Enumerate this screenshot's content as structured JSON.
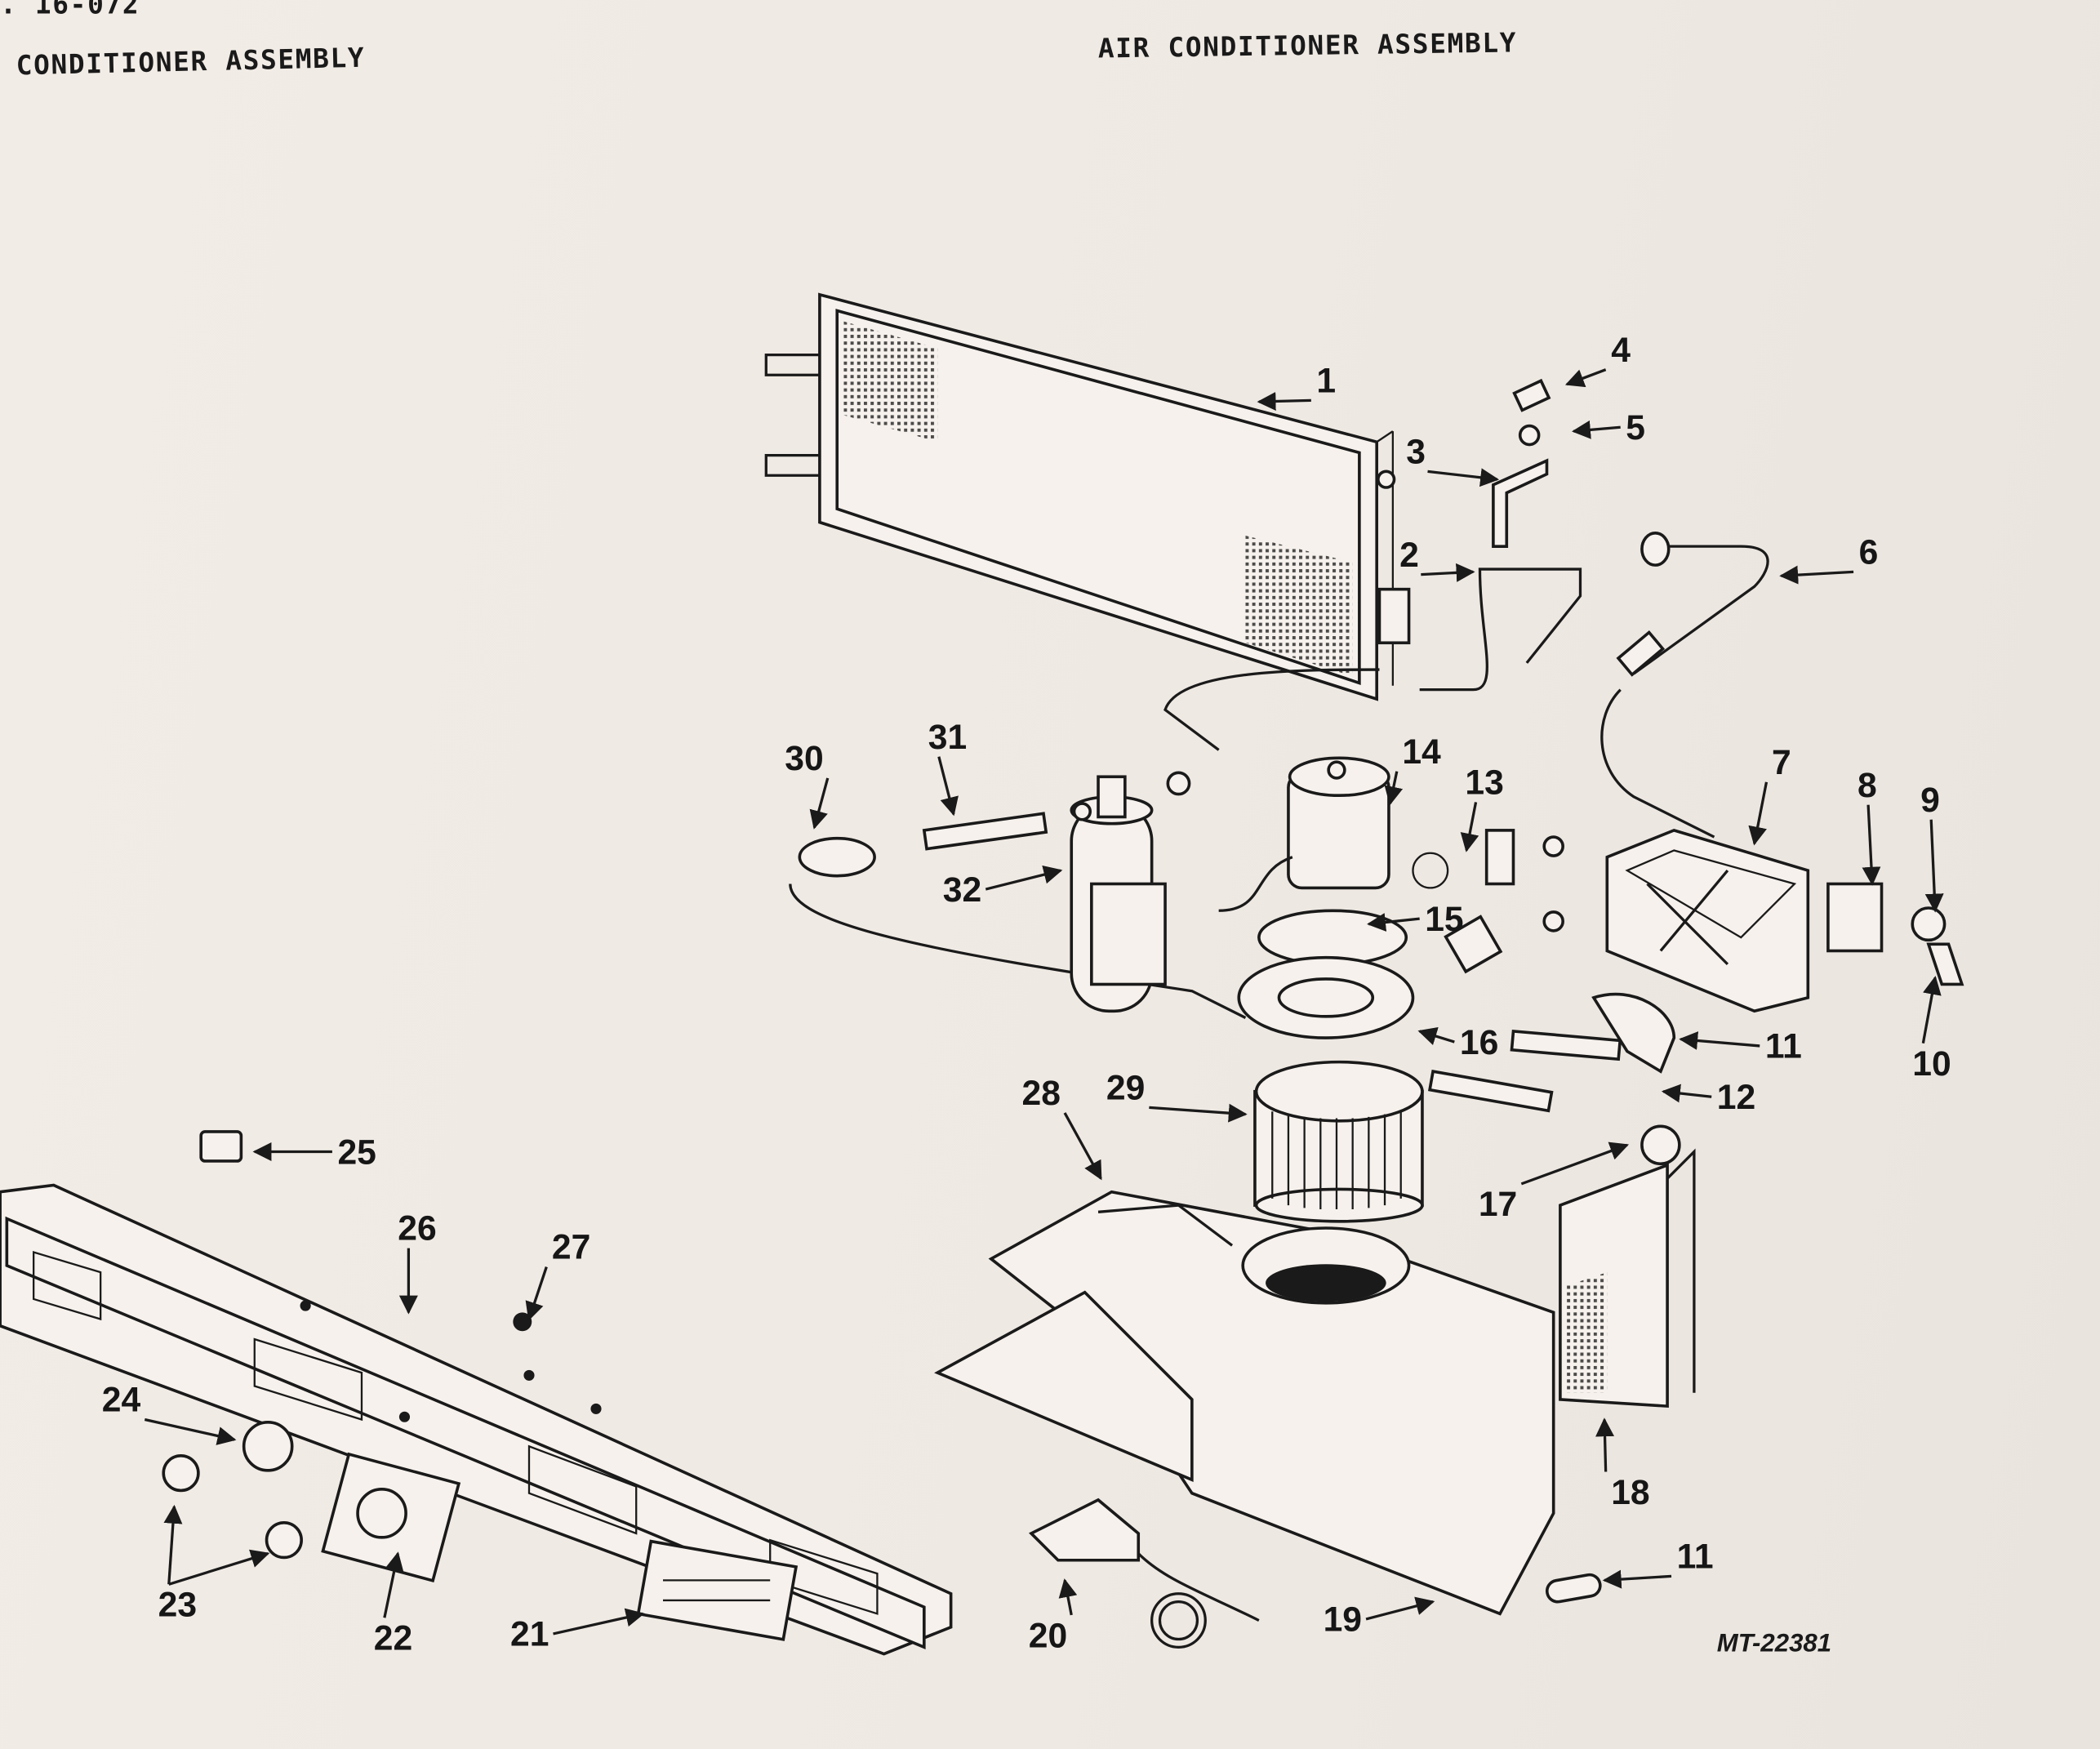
{
  "header": {
    "page_ref": ". 16-072",
    "left_title": "3 CONDITIONER ASSEMBLY",
    "right_title": "AIR CONDITIONER ASSEMBLY"
  },
  "figure_id": "MT-22381",
  "callouts": [
    "1",
    "2",
    "3",
    "4",
    "5",
    "6",
    "7",
    "8",
    "9",
    "10",
    "11",
    "12",
    "13",
    "14",
    "15",
    "16",
    "17",
    "18",
    "19",
    "20",
    "21",
    "22",
    "23",
    "24",
    "25",
    "26",
    "27",
    "28",
    "29",
    "30",
    "31",
    "32",
    "11"
  ]
}
